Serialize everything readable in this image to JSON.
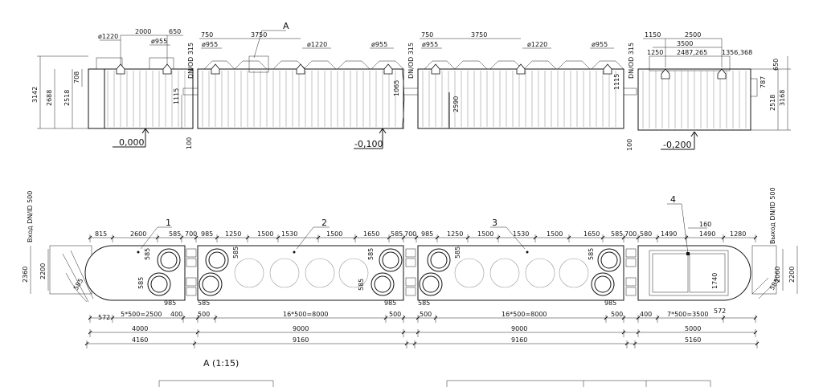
{
  "labels": {
    "callout_a": "A",
    "view_a": "A (1:15)",
    "callout_1": "1",
    "callout_2": "2",
    "callout_3": "3",
    "callout_4": "4",
    "inlet": "Вход DN/ID 500",
    "outlet": "Выход DN/ID 500"
  },
  "levels": {
    "l1": "0,000",
    "l2": "-0,100",
    "l3": "-0,200"
  },
  "top_dims": {
    "d1220a": "ø1220",
    "d2000": "2000",
    "d650a": "650",
    "d955a": "ø955",
    "d750a": "750",
    "d3750a": "3750",
    "d955b": "ø955",
    "d1220b": "ø1220",
    "d955c": "ø955",
    "d750b": "750",
    "d3750b": "3750",
    "d955d": "ø955",
    "d1220c": "ø1220",
    "d955e": "ø955",
    "d1150": "1150",
    "d2500": "2500",
    "d3500t": "3500",
    "d1250": "1250",
    "d2487": "2487,265",
    "d1356": "1356,368",
    "pipe1": "DN/OD 315",
    "pipe2": "DN/OD 315",
    "pipe3": "DN/OD 315",
    "h3142": "3142",
    "h2688": "2688",
    "h2518a": "2518",
    "h708": "708",
    "h1115a": "1115",
    "h100a": "100",
    "h1065": "1065",
    "h2590": "2590",
    "h1115b": "1115",
    "h100b": "100",
    "h650": "650",
    "h787": "787",
    "h2518b": "2518",
    "h3168": "3168"
  },
  "plan_dims": {
    "p815": "815",
    "p2600": "2600",
    "p585a": "585",
    "p700a": "700",
    "p985a": "985",
    "p1250a": "1250",
    "p1500a": "1500",
    "p1530a": "1530",
    "p1500b": "1500",
    "p1650a": "1650",
    "p585b": "585",
    "p700b": "700",
    "p985b": "985",
    "p1250b": "1250",
    "p1500c": "1500",
    "p1530b": "1530",
    "p1500d": "1500",
    "p1650b": "1650",
    "p585c": "585",
    "p700c": "700",
    "p580": "580",
    "p1490a": "1490",
    "p1490b": "1490",
    "p1280": "1280",
    "p160": "160",
    "v2360": "2360",
    "v2200a": "2200",
    "v2060": "2060",
    "v2200b": "2200",
    "v1740": "1740",
    "c585a": "585",
    "c585b": "585",
    "c585c": "585",
    "c585d": "585",
    "c585e": "585",
    "c585f": "585",
    "c985a": "985",
    "c985b": "985",
    "c985c": "985",
    "c585g": "585",
    "c585h": "585",
    "c572a": "572",
    "c572b": "572",
    "r585a": "585",
    "r585b": "585",
    "s1": "5*500=2500",
    "s400a": "400",
    "s500a": "500",
    "s2": "16*500=8000",
    "s500b": "500",
    "s500c": "500",
    "s3": "16*500=8000",
    "s500d": "500",
    "s400b": "400",
    "s4": "7*500=3500",
    "t4000": "4000",
    "t9000a": "9000",
    "t9000b": "9000",
    "t5000": "5000",
    "o4160": "4160",
    "o9160a": "9160",
    "o9160b": "9160",
    "o5160": "5160"
  }
}
